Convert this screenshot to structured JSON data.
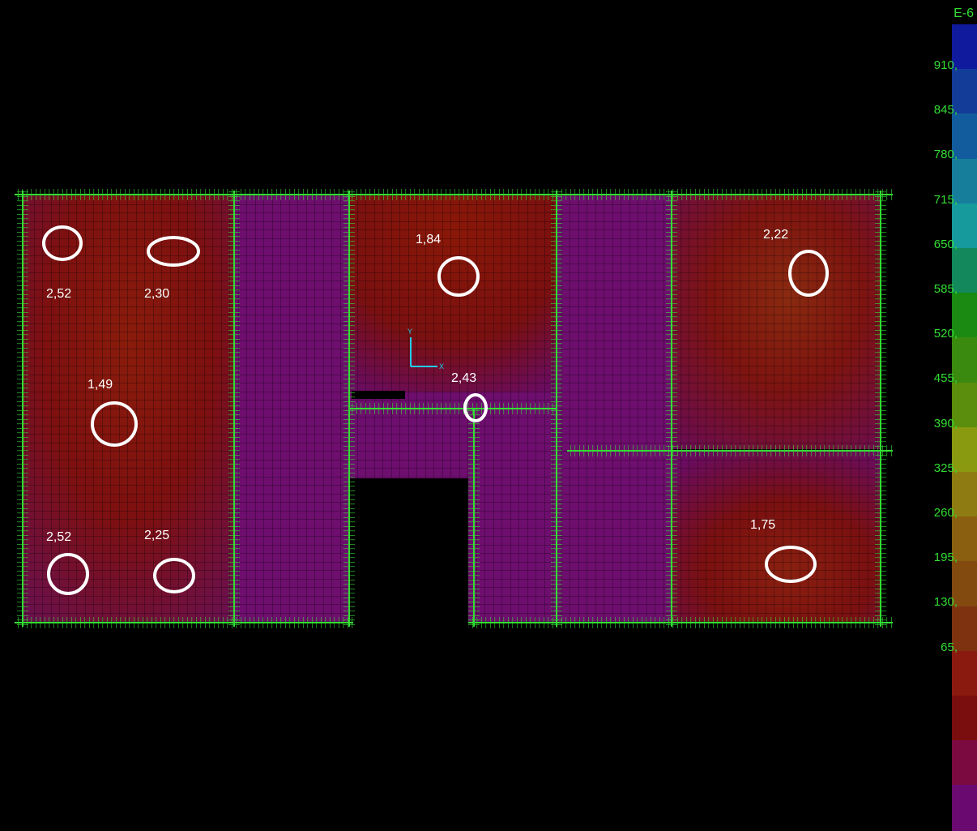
{
  "axis_labels": {
    "y": "Y",
    "x": "X"
  },
  "legend": {
    "exponent": "E-6",
    "labels": [
      "910,",
      "845,",
      "780,",
      "715,",
      "650,",
      "585,",
      "520,",
      "455,",
      "390,",
      "325,",
      "260,",
      "195,",
      "130,",
      "65,"
    ],
    "colors": [
      "#101a9c",
      "#133c99",
      "#125c9e",
      "#167d9b",
      "#169a9c",
      "#12885c",
      "#1a8a12",
      "#3a8a10",
      "#5a8e0c",
      "#8a9a10",
      "#8e7c12",
      "#8a6010",
      "#834a10",
      "#7e3210",
      "#8a1a10",
      "#7a0e0e",
      "#7a0a40",
      "#6a0a70"
    ]
  },
  "annotations": [
    {
      "id": "a1",
      "value": "2,52"
    },
    {
      "id": "a2",
      "value": "2,30"
    },
    {
      "id": "a3",
      "value": "1,49"
    },
    {
      "id": "a4",
      "value": "2,52"
    },
    {
      "id": "a5",
      "value": "2,25"
    },
    {
      "id": "a6",
      "value": "1,84"
    },
    {
      "id": "a7",
      "value": "2,43"
    },
    {
      "id": "a8",
      "value": "2,22"
    },
    {
      "id": "a9",
      "value": "1,75"
    }
  ]
}
